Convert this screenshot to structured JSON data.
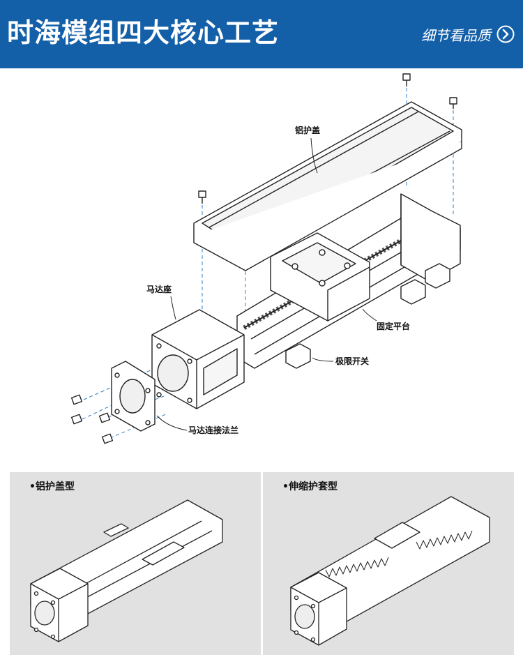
{
  "header": {
    "title": "时海模组四大核心工艺",
    "detail_link": "细节看品质"
  },
  "callouts": {
    "cover": "铝护盖",
    "motor_seat": "马达座",
    "fixed_platform": "固定平台",
    "limit_switch": "极限开关",
    "motor_flange": "马达连接法兰"
  },
  "panels": [
    {
      "label": "•铝护盖型"
    },
    {
      "label": "•伸缩护套型"
    }
  ],
  "colors": {
    "header_bg": "#1460a8",
    "panel_bg": "#e1e1e1",
    "guide_line": "#2f7fc8"
  }
}
